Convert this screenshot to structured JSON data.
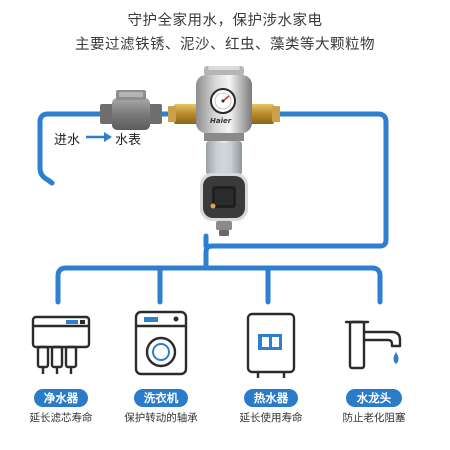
{
  "headline": {
    "line1": "守护全家用水，保护涉水家电",
    "line2": "主要过滤铁锈、泥沙、红虫、藻类等大颗粒物"
  },
  "flow": {
    "inlet_label": "进水",
    "meter_label": "水表"
  },
  "filter": {
    "brand": "Haier"
  },
  "colors": {
    "pipe": "#2e7fd0",
    "pill": "#2a7bc8"
  },
  "appliances": [
    {
      "icon": "water-purifier-icon",
      "label": "净水器",
      "caption": "延长滤芯寿命"
    },
    {
      "icon": "washing-machine-icon",
      "label": "洗衣机",
      "caption": "保护转动的轴承"
    },
    {
      "icon": "water-heater-icon",
      "label": "热水器",
      "caption": "延长使用寿命"
    },
    {
      "icon": "faucet-icon",
      "label": "水龙头",
      "caption": "防止老化阻塞"
    }
  ]
}
